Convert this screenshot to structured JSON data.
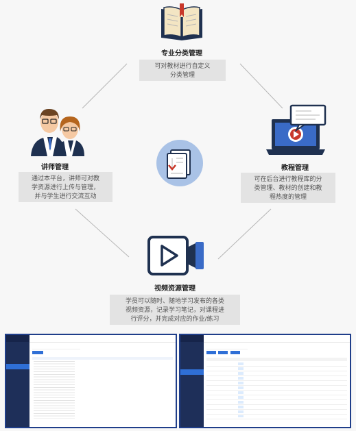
{
  "diagram": {
    "center_icon": "document-download-icon",
    "nodes": {
      "top": {
        "icon": "open-book-icon",
        "title": "专业分类管理",
        "desc_line1": "可对教材进行自定义",
        "desc_line2": "分类管理"
      },
      "left": {
        "icon": "teachers-icon",
        "title": "讲师管理",
        "desc_line1": "通过本平台，讲师可对教",
        "desc_line2": "学资源进行上传与管理，",
        "desc_line3": "并与学生进行交流互动"
      },
      "right": {
        "icon": "laptop-video-icon",
        "title": "教程管理",
        "desc_line1": "可在后台进行教程库的分",
        "desc_line2": "类管理、教材的创建和教",
        "desc_line3": "程热度的管理"
      },
      "bottom": {
        "icon": "video-camera-icon",
        "title": "视频资源管理",
        "desc_line1": "学员可以随时、随地学习发布的各类",
        "desc_line2": "视频资源，记录学习笔记，对课程进",
        "desc_line3": "行评分，并完成对应的作业/练习"
      }
    }
  },
  "colors": {
    "icon_navy": "#1f3150",
    "center_circle": "#a9c2e6",
    "accent_red": "#c9382a",
    "box_bg": "#e3e3e3",
    "screenshot_border": "#1f3e8a",
    "sidebar": "#1e2f59",
    "highlight_blue": "#2f6fd6"
  }
}
